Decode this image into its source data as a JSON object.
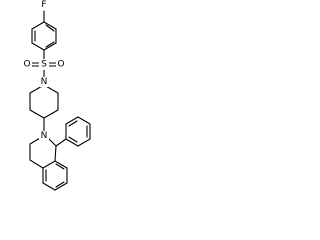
{
  "molecule": {
    "atoms": {
      "fluorine": "F",
      "sulfur": "S",
      "oxygen_left": "O",
      "oxygen_right": "O",
      "nitrogen_piperidine": "N",
      "nitrogen_isoquinoline": "N"
    },
    "colors": {
      "bond": "#000000",
      "background": "#ffffff"
    }
  }
}
